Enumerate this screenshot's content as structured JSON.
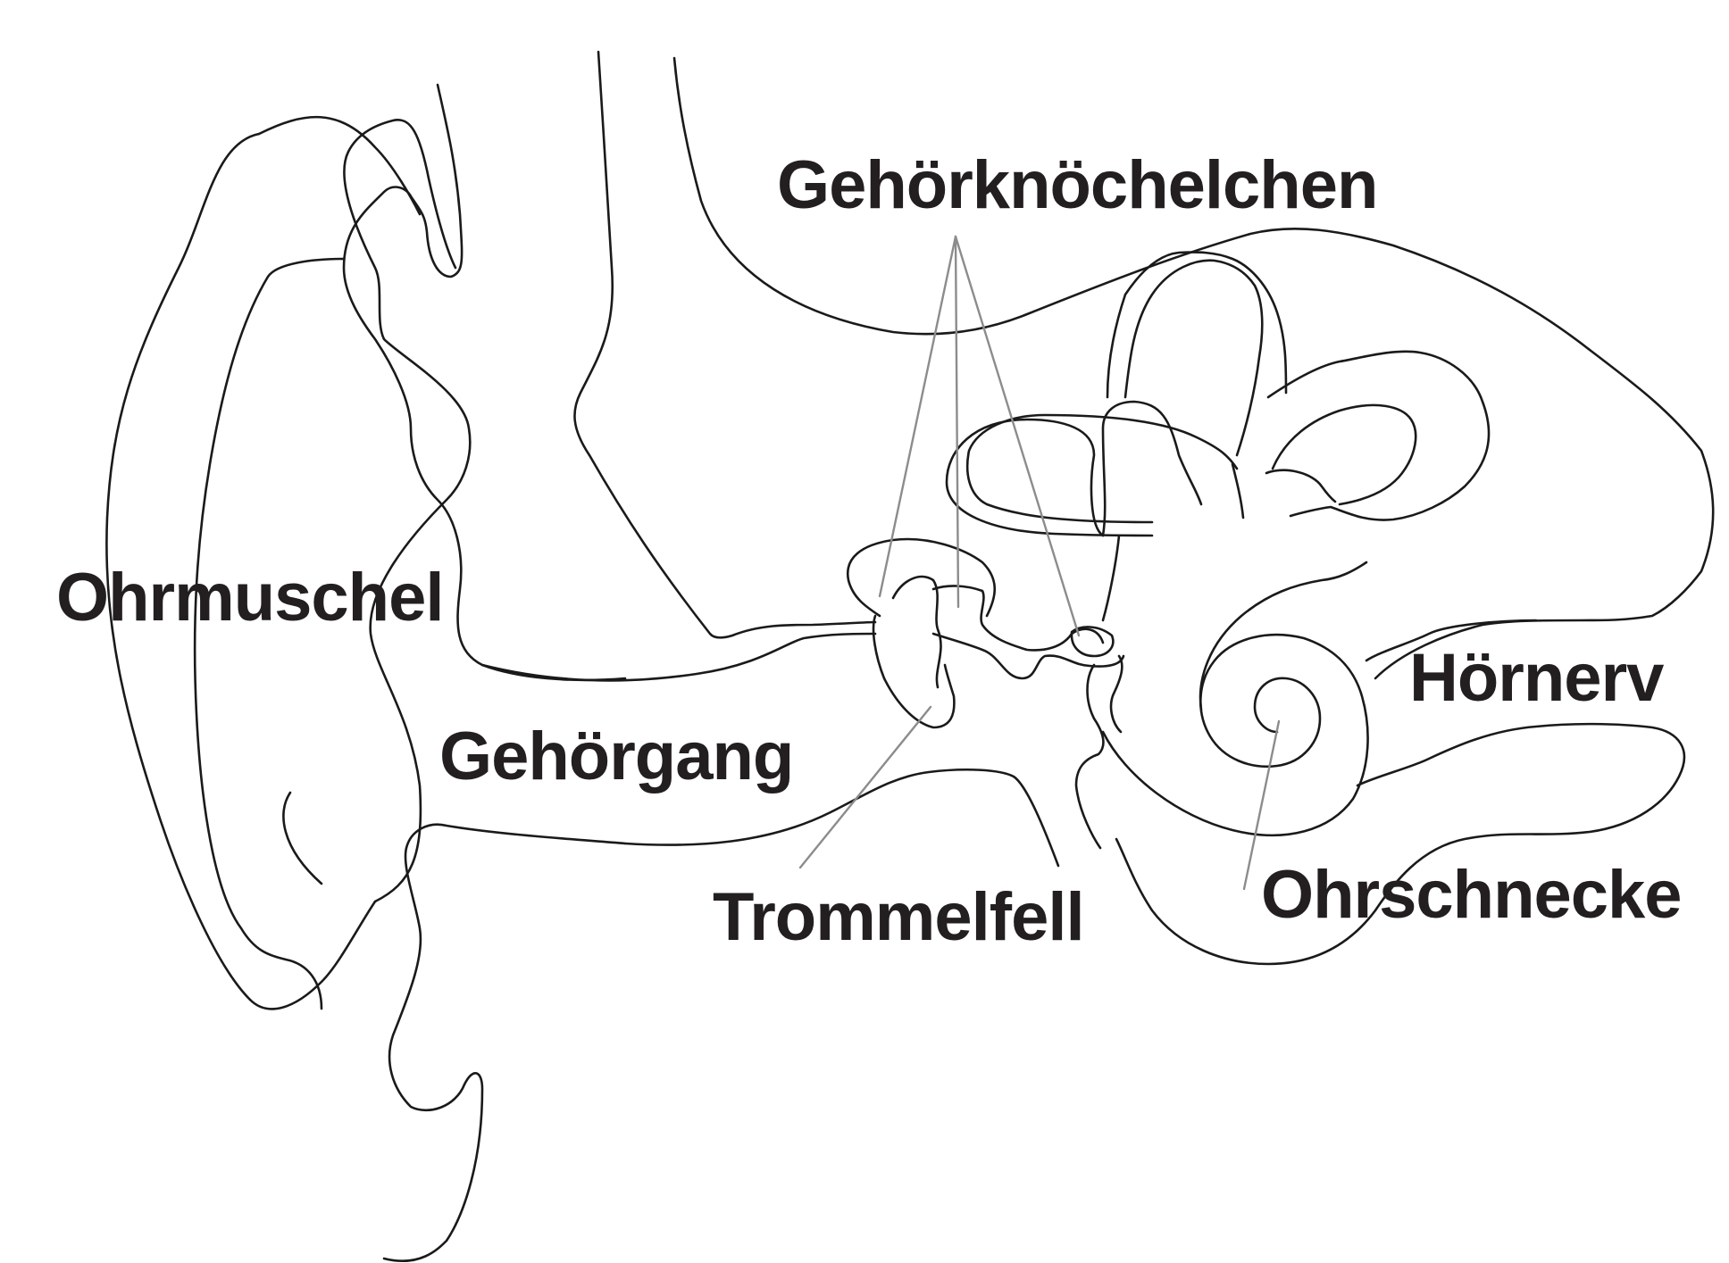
{
  "labels": {
    "ossicles": "Gehörknöchelchen",
    "auricle": "Ohrmuschel",
    "ear_canal": "Gehörgang",
    "eardrum": "Trommelfell",
    "auditory_nerve": "Hörnerv",
    "cochlea": "Ohrschnecke"
  },
  "colors": {
    "outline": "#1a1a1a",
    "leader_line": "#8c8c8c",
    "label_text": "#231f20",
    "background": "#ffffff"
  }
}
